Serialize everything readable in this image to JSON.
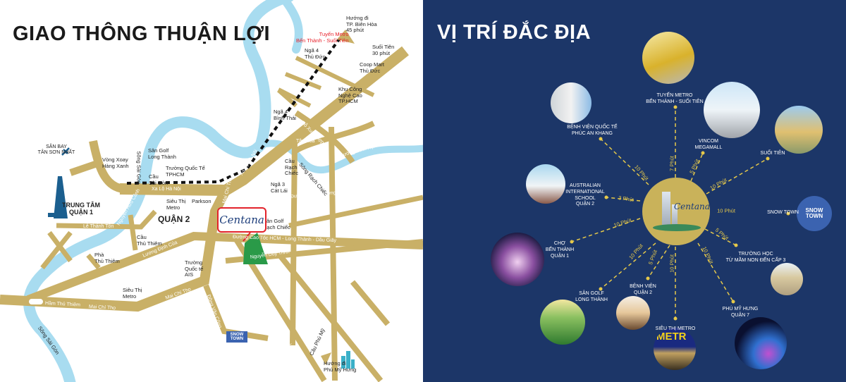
{
  "left": {
    "title": "GIAO THÔNG THUẬN LỢI",
    "labels": {
      "bien_hoa": "Hướng đi\nTP. Biên Hòa\n45 phút",
      "metro": "Tuyến Metro\nBến Thành - Suối Tiên",
      "suoi_tien": "Suối Tiên\n30 phút",
      "nga4_thuduc": "Ngã 4\nThủ Đức",
      "coopmart": "Coop Mart\nThủ Đức",
      "khu_cong_nghe": "Khu Công\nNghệ Cao\nTP.HCM",
      "nga4_binhthai": "Ngã 4\nBình Thái",
      "cau_rach_chiec": "Cầu\nRạch\nChiếc",
      "nga3_catlai": "Ngã 3\nCát Lái",
      "san_bay": "SÂN BAY\nTÂN SƠN NHẤT",
      "vong_xoay": "Vòng Xoay\nHàng Xanh",
      "san_golf_lt": "Sân Golf\nLong Thành",
      "truong_qt_tphcm": "Trường Quốc Tế\nTPHCM",
      "cau_saigon": "Cầu\nSài Gòn",
      "trung_tam": "TRUNG TÂM\nQUẬN 1",
      "sieu_thi_metro1": "Siêu Thị\nMetro",
      "parkson": "Parkson",
      "quan2": "QUẬN 2",
      "san_golf_rc": "Sân Golf\nRạch Chiếc",
      "cau_thu_thiem": "Cầu\nThủ Thiêm",
      "pha_thu_thiem": "Phà\nThủ Thiêm",
      "truong_ais": "Trường\nQuốc tế\nAIS",
      "sieu_thi_metro2": "Siêu Thị\nMetro",
      "phu_my_hung": "Hướng đi\nPhú Mỹ Hưng",
      "cau_phu_my": "Cầu Phú Mỹ",
      "snow_town": "SNOW\nTOWN"
    },
    "roads": {
      "xa_lo_ha_noi": "Xa Lộ Hà Nội",
      "xa_lo_ha_noi_2": "Xa Lộ Hà Nội",
      "mai_chi_tho": "Mai Chí Thọ",
      "mai_chi_tho_2": "Mai Chí Thọ",
      "mai_chi_tho_3": "Mai Chí Thọ",
      "ham_thu_thiem": "Hầm Thủ Thiêm",
      "luong_dinh_cua": "Lương Định Của",
      "cao_toc": "Đường Cao Tốc HCM - Long Thành - Dầu Giây",
      "lien_phuong": "Đường Liên Phường",
      "dong_van_cong": "Đồng Văn Cống",
      "nguyen_duy_trinh": "Nguyễn Duy Trinh",
      "nguyen_thi_dinh": "Nguyễn Thị Định",
      "nguyen_van_linh": "Nguyễn Văn Linh",
      "le_thanh_ton": "Lê Thánh Tôn",
      "nguyen_huu_canh": "Nguyễn Hữu Cảnh",
      "song_sai_gon": "Sông Sài Gòn",
      "song_sai_gon_2": "Sông Sài Gòn",
      "song_rach_chiec": "Sông Rạch Chiếc",
      "vanh_dai_dong": "Vành Đai Đông",
      "do_xuan_hop": "Đỗ Xuân Hợp",
      "tay_hoa": "Tây Hòa",
      "duong_dinh_hoi": "Đường Đình Hội"
    },
    "logo": "Centana"
  },
  "right": {
    "title": "VỊ TRÍ ĐẮC ĐỊA",
    "center_logo": "Centana",
    "destinations": [
      {
        "name": "TUYẾN METRO\nBẾN THÀNH - SUỐI TIÊN",
        "time": "7 Phút"
      },
      {
        "name": "BỆNH VIỆN QUỐC TẾ\nPHÚC AN KHANG",
        "time": "10 Phút"
      },
      {
        "name": "VINCOM\nMEGAMALL",
        "time": "5 Phút"
      },
      {
        "name": "SUỐI TIÊN",
        "time": "10 Phút"
      },
      {
        "name": "AUSTRALIAN\nINTERNATIONAL\nSCHOOL\nQUẬN 2",
        "time": "3 Phút"
      },
      {
        "name": "SNOW TOWN",
        "time": "10 Phút"
      },
      {
        "name": "CHỢ\nBẾN THÀNH\nQUẬN 1",
        "time": "10 Phút"
      },
      {
        "name": "TRƯỜNG HỌC\nTỪ MẦM NON ĐẾN CẤP 3",
        "time": "5 Phút"
      },
      {
        "name": "SÂN GOLF\nLONG THÀNH",
        "time": "10 Phút"
      },
      {
        "name": "BỆNH VIỆN\nQUẬN 2",
        "time": "5 Phút"
      },
      {
        "name": "SIÊU THỊ METRO",
        "time": "10 Phút"
      },
      {
        "name": "PHÚ MỸ HƯNG\nQUẬN 7",
        "time": "10 Phút"
      }
    ],
    "snow_badge": "SNOW\nTOWN",
    "metro_sign": "METR"
  },
  "colors": {
    "road": "#c9b067",
    "river": "#a8dcf0",
    "navy": "#1c3668",
    "gold": "#c9b25a",
    "dash": "#e6c94a"
  }
}
